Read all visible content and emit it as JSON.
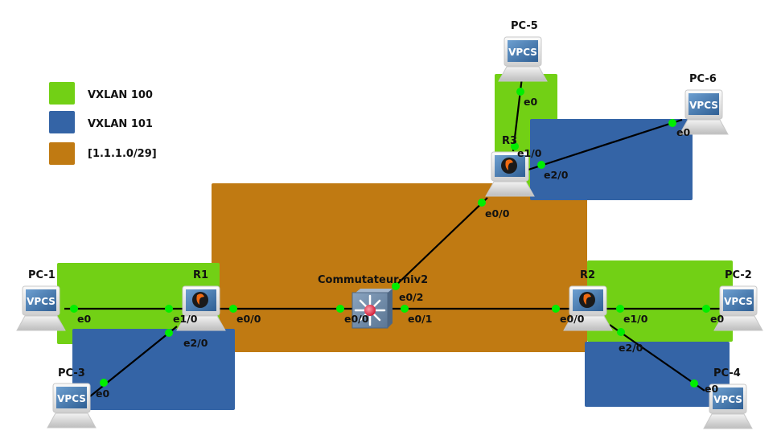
{
  "legend": [
    {
      "label": "VXLAN 100",
      "color": "#72d015"
    },
    {
      "label": "VXLAN 101",
      "color": "#3464a6"
    },
    {
      "label": "[1.1.1.0/29]",
      "color": "#c07a12"
    }
  ],
  "colors": {
    "vxlan100": "#72d015",
    "vxlan101": "#3464a6",
    "transit": "#c07a12",
    "port_dot": "#00ee00",
    "link": "#000000"
  },
  "nodes": {
    "pc1": {
      "label": "PC-1",
      "type": "vpcs",
      "screen_text": "VPCS"
    },
    "pc2": {
      "label": "PC-2",
      "type": "vpcs",
      "screen_text": "VPCS"
    },
    "pc3": {
      "label": "PC-3",
      "type": "vpcs",
      "screen_text": "VPCS"
    },
    "pc4": {
      "label": "PC-4",
      "type": "vpcs",
      "screen_text": "VPCS"
    },
    "pc5": {
      "label": "PC-5",
      "type": "vpcs",
      "screen_text": "VPCS"
    },
    "pc6": {
      "label": "PC-6",
      "type": "vpcs",
      "screen_text": "VPCS"
    },
    "r1": {
      "label": "R1",
      "type": "qemu-router"
    },
    "r2": {
      "label": "R2",
      "type": "qemu-router"
    },
    "r3": {
      "label": "R3",
      "type": "qemu-router"
    },
    "sw": {
      "label": "Commutateur-niv2",
      "type": "l2-switch"
    }
  },
  "links": [
    {
      "from": "PC-1",
      "from_port": "e0",
      "to": "R1",
      "to_port": "e1/0"
    },
    {
      "from": "PC-3",
      "from_port": "e0",
      "to": "R1",
      "to_port": "e2/0"
    },
    {
      "from": "R1",
      "from_port": "e0/0",
      "to": "Commutateur-niv2",
      "to_port": "e0/0"
    },
    {
      "from": "Commutateur-niv2",
      "from_port": "e0/1",
      "to": "R2",
      "to_port": "e0/0"
    },
    {
      "from": "Commutateur-niv2",
      "from_port": "e0/2",
      "to": "R3",
      "to_port": "e0/0"
    },
    {
      "from": "R2",
      "from_port": "e1/0",
      "to": "PC-2",
      "to_port": "e0"
    },
    {
      "from": "R2",
      "from_port": "e2/0",
      "to": "PC-4",
      "to_port": "e0"
    },
    {
      "from": "R3",
      "from_port": "e1/0",
      "to": "PC-5",
      "to_port": "e0"
    },
    {
      "from": "R3",
      "from_port": "e2/0",
      "to": "PC-6",
      "to_port": "e0"
    }
  ],
  "ports": {
    "pc1_e0": "e0",
    "r1_e1_0": "e1/0",
    "r1_e2_0": "e2/0",
    "r1_e0_0": "e0/0",
    "pc3_e0": "e0",
    "sw_e0_0": "e0/0",
    "sw_e0_1": "e0/1",
    "sw_e0_2": "e0/2",
    "r2_e0_0": "e0/0",
    "r2_e1_0": "e1/0",
    "r2_e2_0": "e2/0",
    "pc2_e0": "e0",
    "pc4_e0": "e0",
    "r3_e0_0": "e0/0",
    "r3_e1_0": "e1/0",
    "r3_e2_0": "e2/0",
    "pc5_e0": "e0",
    "pc6_e0": "e0"
  }
}
